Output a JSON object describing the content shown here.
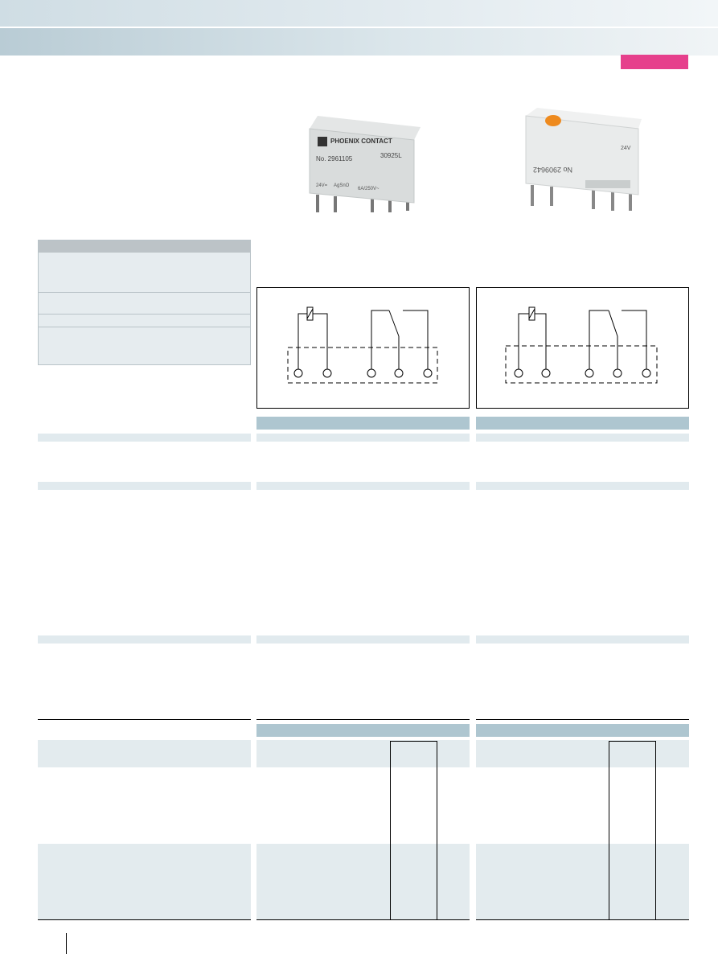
{
  "colors": {
    "accent_tab": "#e6408c",
    "header_band": "#b9ccd5",
    "table_band_dark": "#aec6d0",
    "table_band_light": "#e1eaee"
  },
  "products": [
    {
      "photo": {
        "brand": "PHOENIX CONTACT",
        "article_no": "No. 2961105",
        "code": "30925L",
        "rating_coil": "24V=",
        "rating_contact": "AgSnO",
        "rating_load": "6A/250V~"
      }
    },
    {
      "photo": {
        "article_no_mirrored": "No 2909642",
        "rating_coil": "24V"
      }
    }
  ]
}
